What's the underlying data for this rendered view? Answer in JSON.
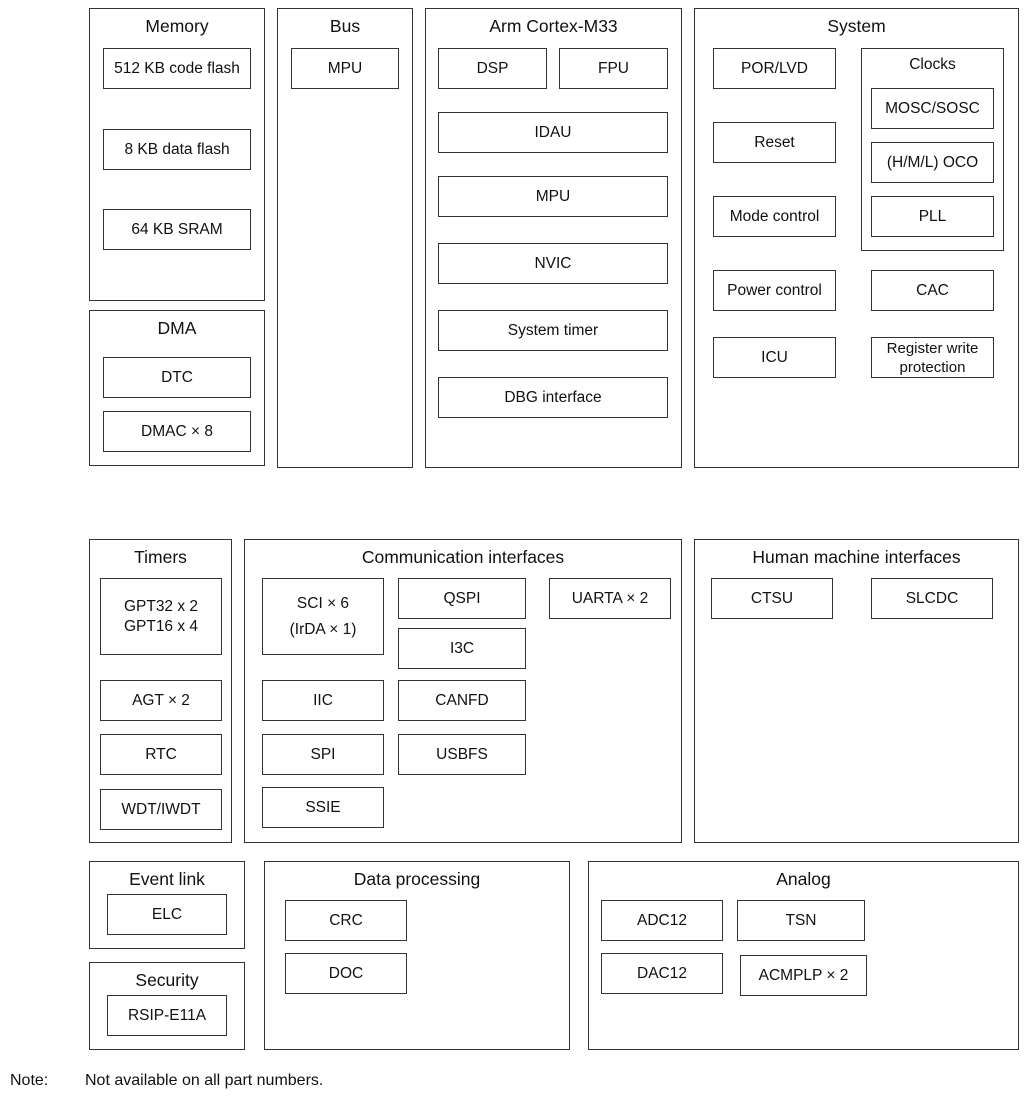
{
  "diagram": {
    "memory": {
      "title": "Memory",
      "code_flash": "512 KB code flash",
      "data_flash": "8 KB data flash",
      "sram": "64 KB SRAM"
    },
    "dma": {
      "title": "DMA",
      "dtc": "DTC",
      "dmac": "DMAC × 8"
    },
    "bus": {
      "title": "Bus",
      "mpu": "MPU"
    },
    "cortex": {
      "title": "Arm Cortex-M33",
      "dsp": "DSP",
      "fpu": "FPU",
      "idau": "IDAU",
      "mpu": "MPU",
      "nvic": "NVIC",
      "system_timer": "System timer",
      "dbg": "DBG interface"
    },
    "system": {
      "title": "System",
      "por_lvd": "POR/LVD",
      "reset": "Reset",
      "mode_control": "Mode control",
      "power_control": "Power control",
      "icu": "ICU",
      "cac": "CAC",
      "register_write_protection": "Register write\nprotection",
      "clocks": {
        "title": "Clocks",
        "mosc_sosc": "MOSC/SOSC",
        "oco": "(H/M/L) OCO",
        "pll": "PLL"
      }
    },
    "timers": {
      "title": "Timers",
      "gpt": "GPT32 x 2\nGPT16 x 4",
      "agt": "AGT × 2",
      "rtc": "RTC",
      "wdt": "WDT/IWDT"
    },
    "comm": {
      "title": "Communication interfaces",
      "sci": "SCI × 6\n(IrDA × 1)",
      "qspi": "QSPI",
      "uarta": "UARTA × 2",
      "i3c": "I3C",
      "iic": "IIC",
      "canfd": "CANFD",
      "spi": "SPI",
      "usbfs": "USBFS",
      "ssie": "SSIE"
    },
    "hmi": {
      "title": "Human machine interfaces",
      "ctsu": "CTSU",
      "slcdc": "SLCDC"
    },
    "event_link": {
      "title": "Event link",
      "elc": "ELC"
    },
    "security": {
      "title": "Security",
      "rsip": "RSIP-E11A"
    },
    "data_processing": {
      "title": "Data processing",
      "crc": "CRC",
      "doc": "DOC"
    },
    "analog": {
      "title": "Analog",
      "adc12": "ADC12",
      "tsn": "TSN",
      "dac12": "DAC12",
      "acmplp": "ACMPLP × 2"
    }
  },
  "note": {
    "label": "Note:",
    "text": "Not available on all part numbers."
  }
}
